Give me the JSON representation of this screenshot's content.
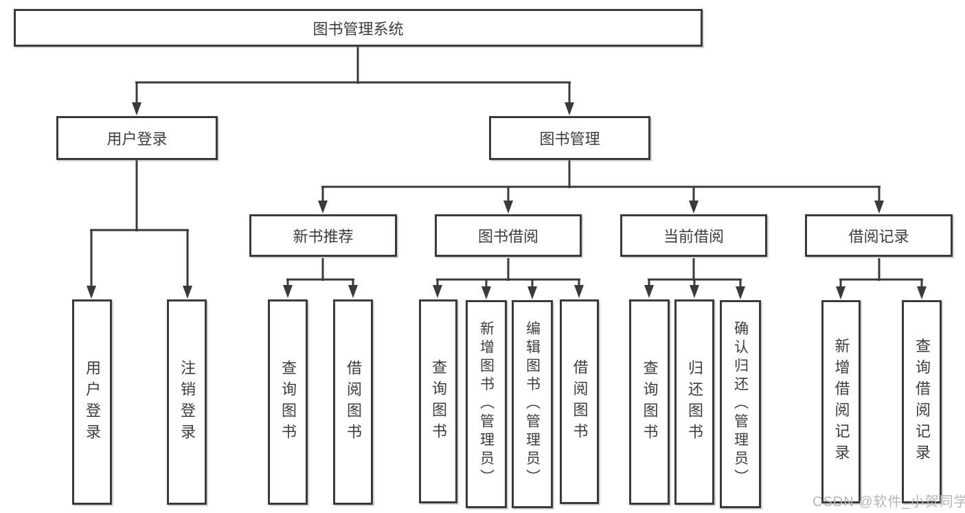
{
  "nodes": {
    "root": {
      "label": "图书管理系统"
    },
    "user_login": {
      "label": "用户登录"
    },
    "book_management": {
      "label": "图书管理"
    },
    "new_book_recommend": {
      "label": "新书推荐"
    },
    "book_borrow": {
      "label": "图书借阅"
    },
    "current_borrow": {
      "label": "当前借阅"
    },
    "borrow_records": {
      "label": "借阅记录"
    },
    "leaf_user_login": {
      "label": "用户登录"
    },
    "leaf_logout": {
      "label": "注销登录"
    },
    "leaf_query_books_recommend": {
      "label": "查询图书"
    },
    "leaf_borrow_books_recommend": {
      "label": "借阅图书"
    },
    "leaf_query_books_borrow": {
      "label": "查询图书"
    },
    "leaf_add_books_admin": {
      "label": "新增图书（管理员）"
    },
    "leaf_edit_books_admin": {
      "label": "编辑图书（管理员）"
    },
    "leaf_borrow_books_borrow": {
      "label": "借阅图书"
    },
    "leaf_query_books_current": {
      "label": "查询图书"
    },
    "leaf_return_books": {
      "label": "归还图书"
    },
    "leaf_confirm_return_admin": {
      "label": "确认归还（管理员）"
    },
    "leaf_add_borrow_record": {
      "label": "新增借阅记录"
    },
    "leaf_query_borrow_record": {
      "label": "查询借阅记录"
    }
  },
  "watermark": "CSDN @软件_小贺同学",
  "colors": {
    "line": "#3a3a3a",
    "text": "#3d3d3d",
    "background": "#ffffff",
    "watermark": "#b5b5b5"
  }
}
